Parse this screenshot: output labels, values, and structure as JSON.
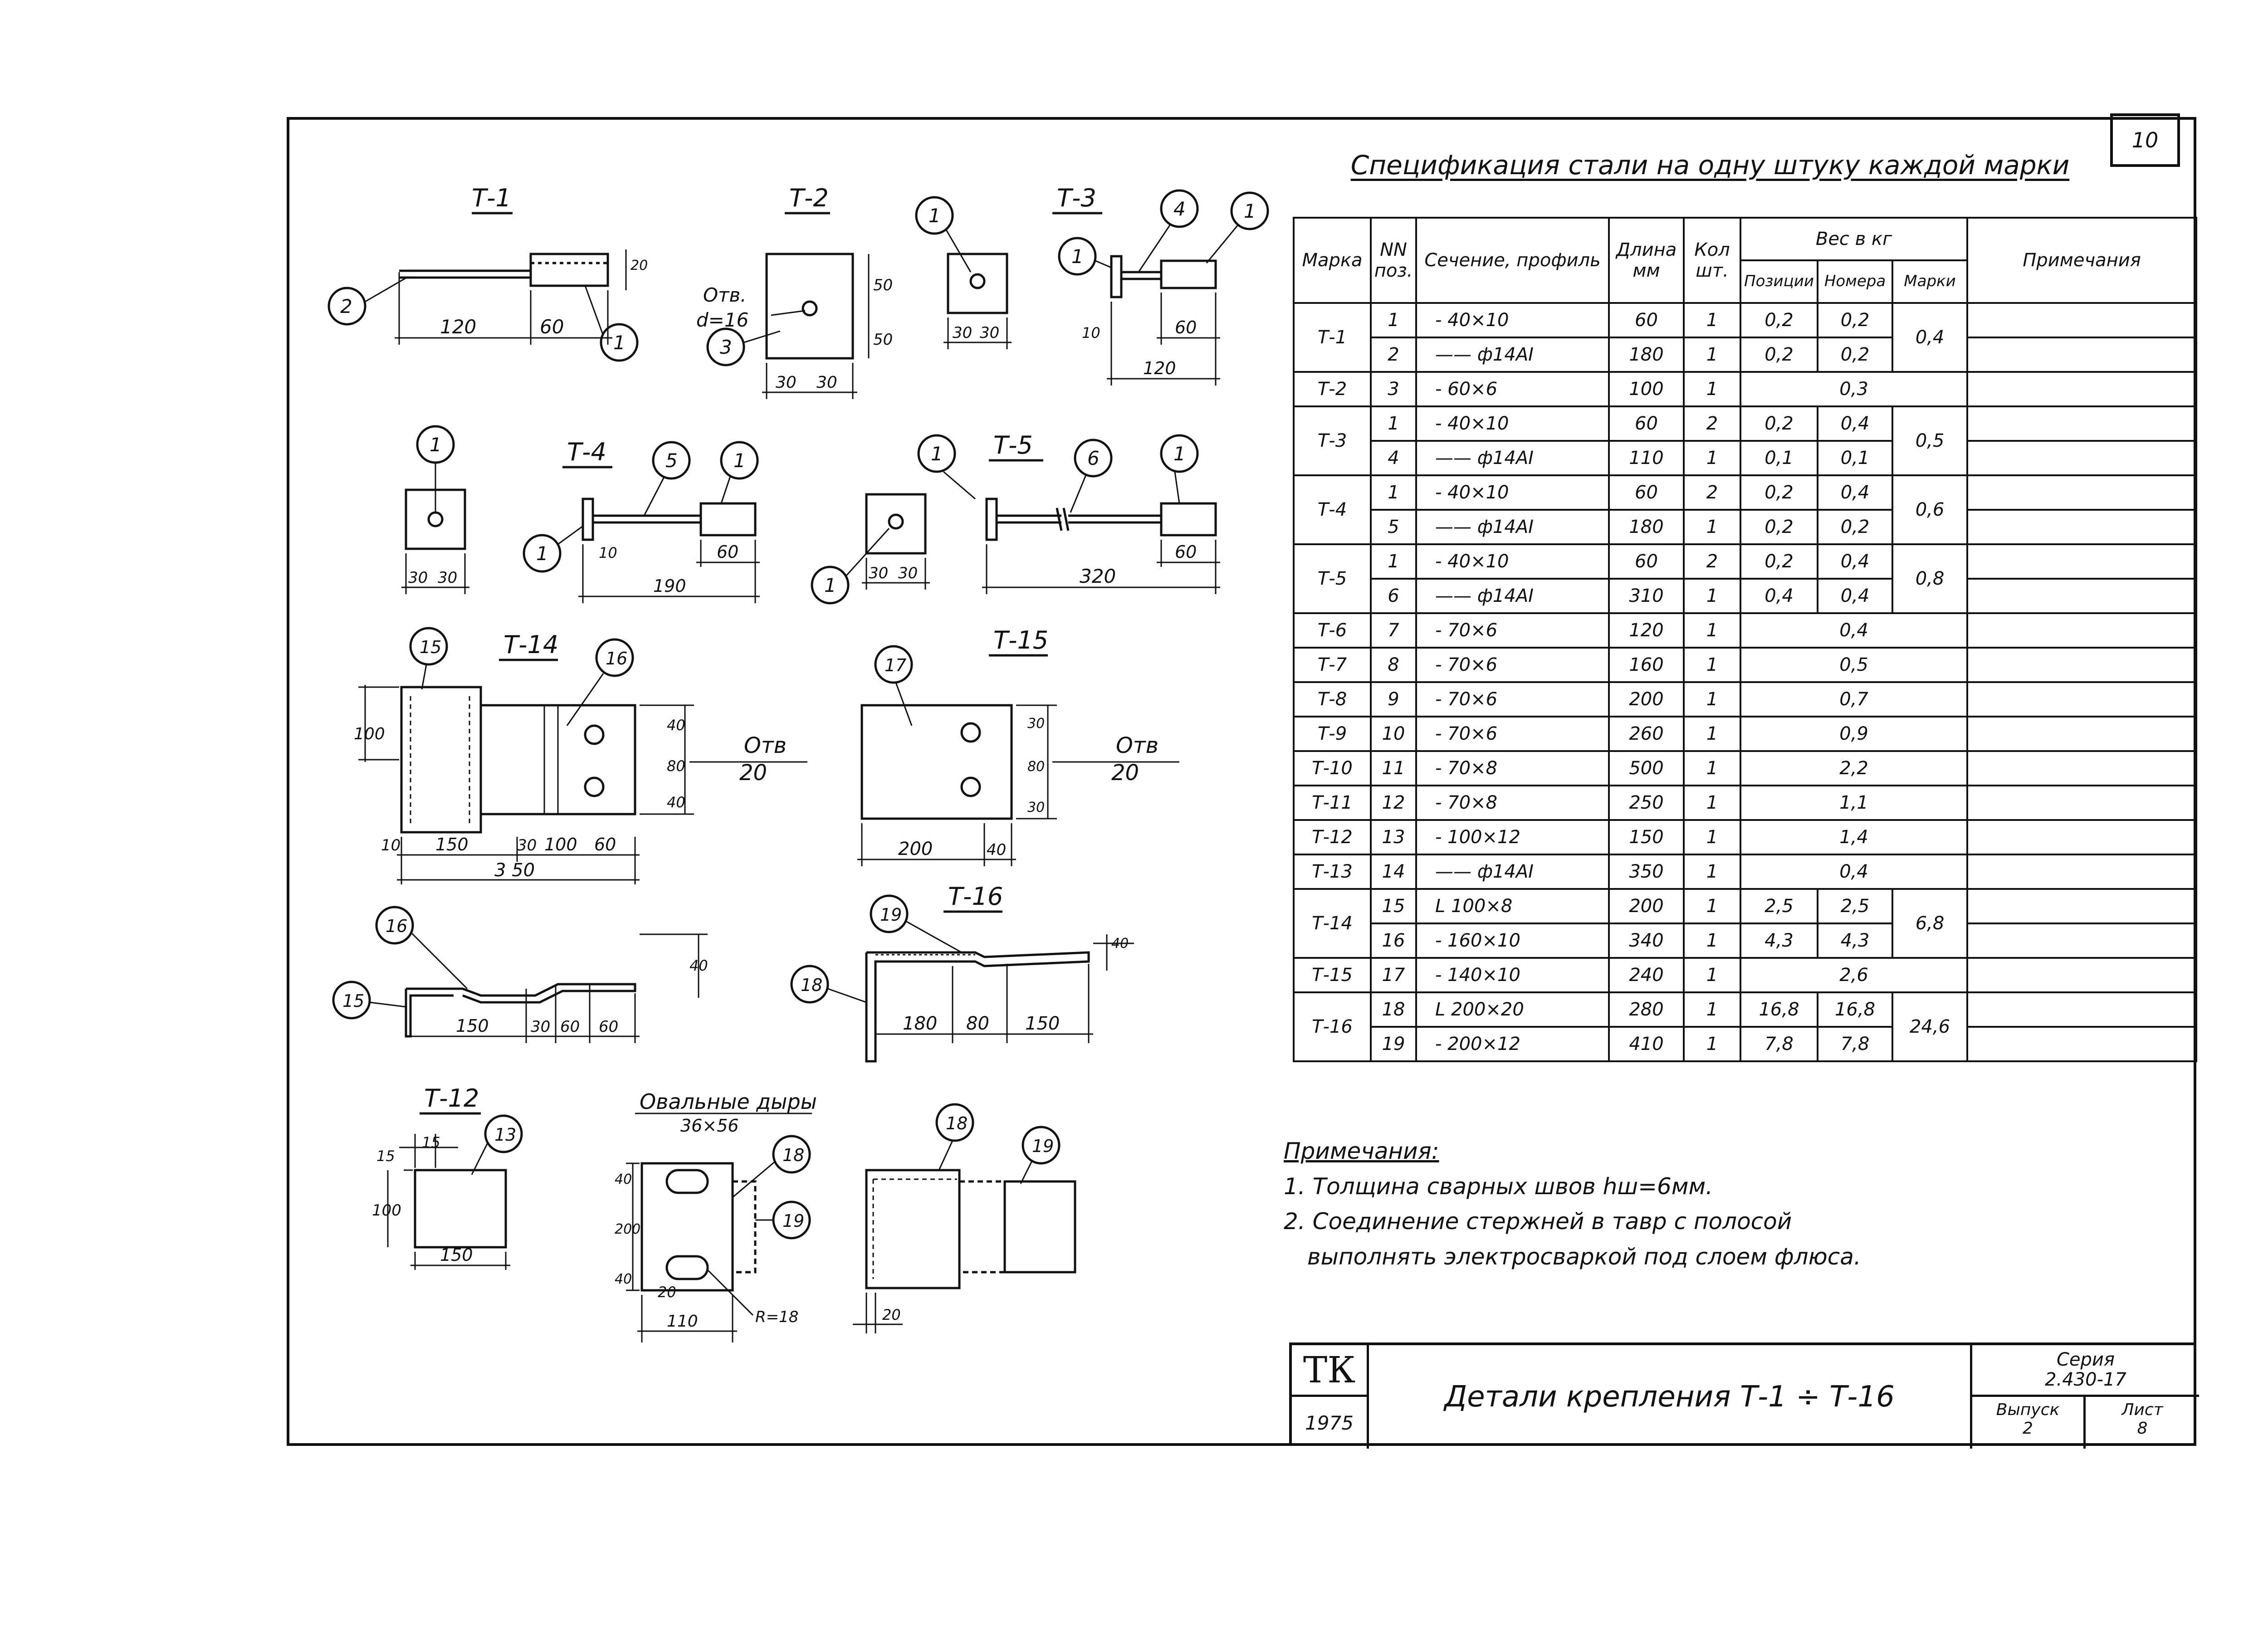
{
  "sheet_number": "10",
  "spec_title": "Спецификация стали на одну штуку каждой марки",
  "table": {
    "headers": {
      "mark": "Марка",
      "pos": "NN поз.",
      "section": "Сечение, профиль",
      "length": "Длина мм",
      "qty": "Кол шт.",
      "weight": "Вес в кг",
      "w_pos": "Позиции",
      "w_num": "Номера",
      "w_mark": "Марки",
      "notes": "Примечания"
    },
    "rows": [
      {
        "mark": "Т-1",
        "pos": "1",
        "section": "- 40×10",
        "length": "60",
        "qty": "1",
        "w_pos": "0,2",
        "w_num": "0,2",
        "w_mark": "0,4"
      },
      {
        "pos": "2",
        "section": "—— ф14АI",
        "length": "180",
        "qty": "1",
        "w_pos": "0,2",
        "w_num": "0,2"
      },
      {
        "mark": "Т-2",
        "pos": "3",
        "section": "- 60×6",
        "length": "100",
        "qty": "1",
        "w_all": "0,3"
      },
      {
        "mark": "Т-3",
        "pos": "1",
        "section": "- 40×10",
        "length": "60",
        "qty": "2",
        "w_pos": "0,2",
        "w_num": "0,4",
        "w_mark": "0,5"
      },
      {
        "pos": "4",
        "section": "—— ф14АI",
        "length": "110",
        "qty": "1",
        "w_pos": "0,1",
        "w_num": "0,1"
      },
      {
        "mark": "Т-4",
        "pos": "1",
        "section": "- 40×10",
        "length": "60",
        "qty": "2",
        "w_pos": "0,2",
        "w_num": "0,4",
        "w_mark": "0,6"
      },
      {
        "pos": "5",
        "section": "—— ф14АI",
        "length": "180",
        "qty": "1",
        "w_pos": "0,2",
        "w_num": "0,2"
      },
      {
        "mark": "Т-5",
        "pos": "1",
        "section": "- 40×10",
        "length": "60",
        "qty": "2",
        "w_pos": "0,2",
        "w_num": "0,4",
        "w_mark": "0,8"
      },
      {
        "pos": "6",
        "section": "—— ф14АI",
        "length": "310",
        "qty": "1",
        "w_pos": "0,4",
        "w_num": "0,4"
      },
      {
        "mark": "Т-6",
        "pos": "7",
        "section": "- 70×6",
        "length": "120",
        "qty": "1",
        "w_all": "0,4"
      },
      {
        "mark": "Т-7",
        "pos": "8",
        "section": "- 70×6",
        "length": "160",
        "qty": "1",
        "w_all": "0,5"
      },
      {
        "mark": "Т-8",
        "pos": "9",
        "section": "- 70×6",
        "length": "200",
        "qty": "1",
        "w_all": "0,7"
      },
      {
        "mark": "Т-9",
        "pos": "10",
        "section": "- 70×6",
        "length": "260",
        "qty": "1",
        "w_all": "0,9"
      },
      {
        "mark": "Т-10",
        "pos": "11",
        "section": "- 70×8",
        "length": "500",
        "qty": "1",
        "w_all": "2,2"
      },
      {
        "mark": "Т-11",
        "pos": "12",
        "section": "- 70×8",
        "length": "250",
        "qty": "1",
        "w_all": "1,1"
      },
      {
        "mark": "Т-12",
        "pos": "13",
        "section": "- 100×12",
        "length": "150",
        "qty": "1",
        "w_all": "1,4"
      },
      {
        "mark": "Т-13",
        "pos": "14",
        "section": "—— ф14АI",
        "length": "350",
        "qty": "1",
        "w_all": "0,4"
      },
      {
        "mark": "Т-14",
        "pos": "15",
        "section": "L 100×8",
        "length": "200",
        "qty": "1",
        "w_pos": "2,5",
        "w_num": "2,5",
        "w_mark": "6,8"
      },
      {
        "pos": "16",
        "section": "- 160×10",
        "length": "340",
        "qty": "1",
        "w_pos": "4,3",
        "w_num": "4,3"
      },
      {
        "mark": "Т-15",
        "pos": "17",
        "section": "- 140×10",
        "length": "240",
        "qty": "1",
        "w_all": "2,6"
      },
      {
        "mark": "Т-16",
        "pos": "18",
        "section": "L 200×20",
        "length": "280",
        "qty": "1",
        "w_pos": "16,8",
        "w_num": "16,8",
        "w_mark": "24,6"
      },
      {
        "pos": "19",
        "section": "- 200×12",
        "length": "410",
        "qty": "1",
        "w_pos": "7,8",
        "w_num": "7,8"
      }
    ]
  },
  "notes": {
    "title": "Примечания:",
    "line1": "1. Толщина сварных швов hш=6мм.",
    "line2": "2. Соединение стержней в тавр с полосой",
    "line3": "выполнять электросваркой под слоем флюса."
  },
  "stamp": {
    "tk": "ТК",
    "year": "1975",
    "title": "Детали крепления Т-1 ÷ Т-16",
    "series_label": "Серия",
    "series": "2.430-17",
    "issue_label": "Выпуск",
    "issue": "2",
    "sheet_label": "Лист",
    "sheet": "8"
  },
  "drawing": {
    "t1": "Т-1",
    "t2": "Т-2",
    "t3": "Т-3",
    "t4": "Т-4",
    "t5": "Т-5",
    "t12": "Т-12",
    "t14": "Т-14",
    "t15": "Т-15",
    "t16": "Т-16",
    "otv": "Отв.",
    "d16": "d=16",
    "otv2": "Отв",
    "d20": "20",
    "oval": "Овальные дыры",
    "oval_size": "36×56",
    "r18": "R=18",
    "n1": "1",
    "n2": "2",
    "n3": "3",
    "n4": "4",
    "n5": "5",
    "n6": "6",
    "n13": "13",
    "n15": "15",
    "n16": "16",
    "n17": "17",
    "n18": "18",
    "n19": "19",
    "d120": "120",
    "d60": "60",
    "d30": "30",
    "d50": "50",
    "d10": "10",
    "d190": "190",
    "d320": "320",
    "d100": "100",
    "d40": "40",
    "d80": "80",
    "d150": "150",
    "d350": "3 50",
    "d200": "200",
    "d180": "180",
    "d15": "15",
    "d110": "110"
  }
}
